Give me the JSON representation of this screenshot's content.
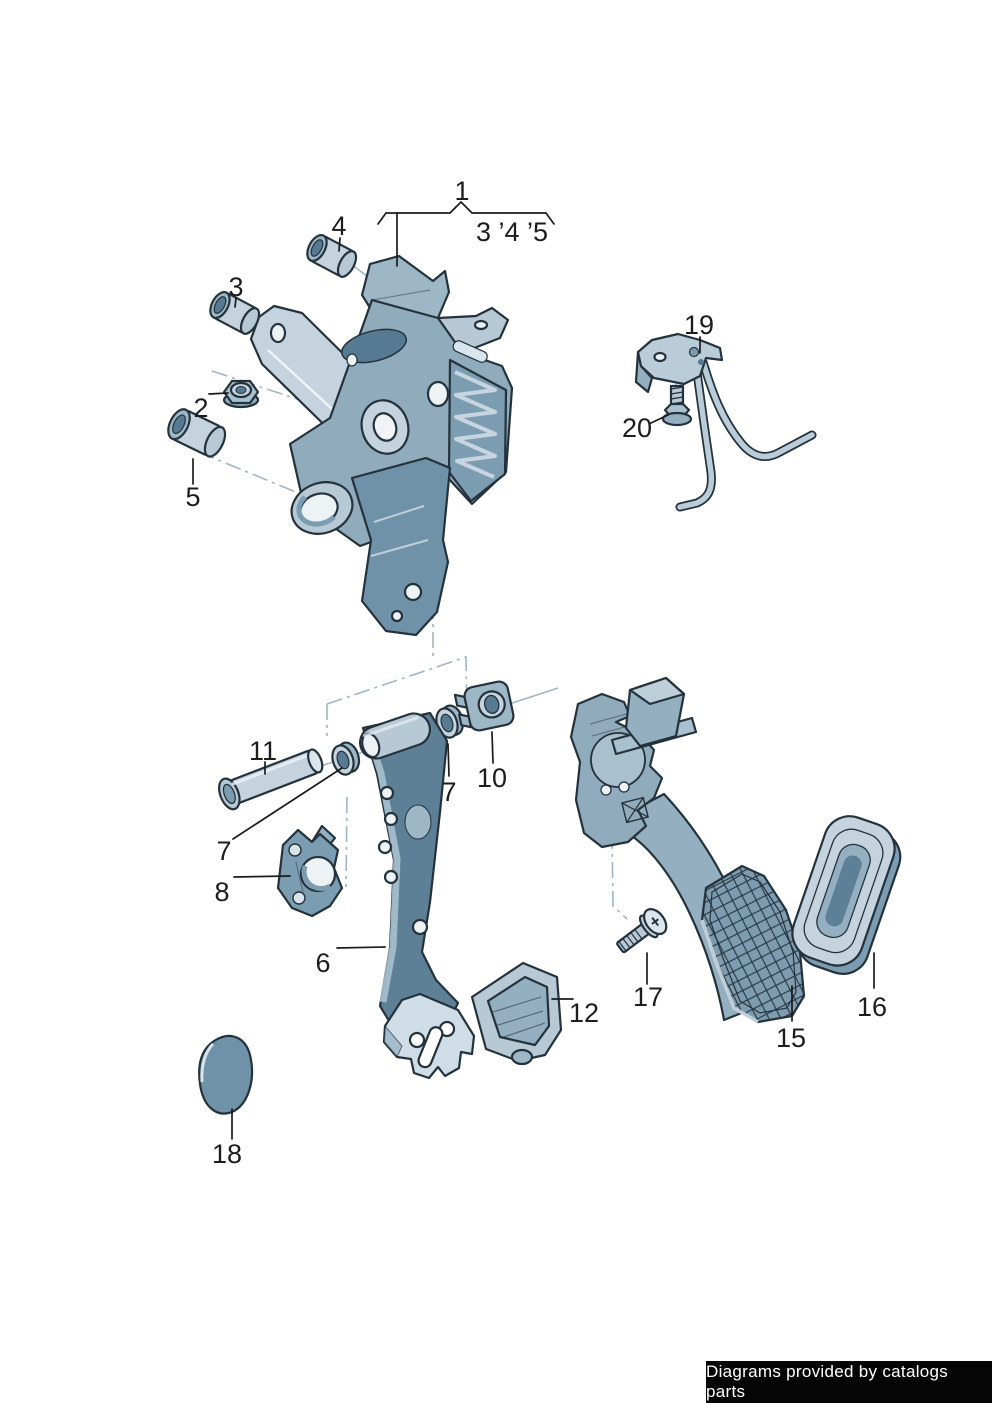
{
  "page": {
    "background": "#ffffff",
    "footer": {
      "text": "Diagrams provided by catalogs parts",
      "bg": "#050505",
      "fg": "#ffffff"
    }
  },
  "diagram": {
    "kind": "exploded-parts-diagram",
    "colors": {
      "outline": "#24323c",
      "part_light": "#c4d3dd",
      "part_mid": "#93afc0",
      "part_dark": "#5d8096",
      "highlight": "#edf2f5",
      "construction_line": "#9fb6c6"
    },
    "callouts": [
      {
        "label": "1"
      },
      {
        "label": "3 ’4 ’5"
      },
      {
        "label": "4"
      },
      {
        "label": "3"
      },
      {
        "label": "2"
      },
      {
        "label": "5"
      },
      {
        "label": "19"
      },
      {
        "label": "20"
      },
      {
        "label": "11"
      },
      {
        "label": "7"
      },
      {
        "label": "7"
      },
      {
        "label": "10"
      },
      {
        "label": "8"
      },
      {
        "label": "6"
      },
      {
        "label": "12"
      },
      {
        "label": "17"
      },
      {
        "label": "15"
      },
      {
        "label": "16"
      },
      {
        "label": "18"
      }
    ]
  }
}
